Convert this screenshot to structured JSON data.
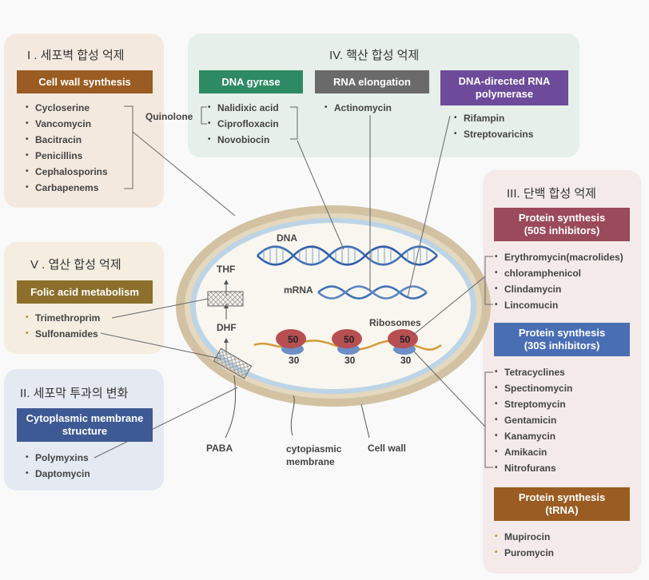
{
  "panels": {
    "cellwall": {
      "title": "I . 세포벽 합성 억제",
      "header": "Cell wall synthesis",
      "drugs": [
        "Cycloserine",
        "Vancomycin",
        "Bacitracin",
        "Penicillins",
        "Cephalosporins",
        "Carbapenems"
      ]
    },
    "nucleic": {
      "title": "IV. 핵산 합성 억제",
      "quinolone_label": "Quinolone",
      "dna_gyrase": {
        "header": "DNA gyrase",
        "drugs": [
          "Nalidixic acid",
          "Ciprofloxacin",
          "Novobiocin"
        ]
      },
      "rna_elongation": {
        "header": "RNA elongation",
        "drugs": [
          "Actinomycin"
        ]
      },
      "rna_polymerase": {
        "header": "DNA-directed RNA polymerase",
        "drugs": [
          "Rifampin",
          "Streptovaricins"
        ]
      }
    },
    "protein": {
      "title": "III. 단백 합성 억제",
      "s50": {
        "header": "Protein synthesis (50S inhibitors)",
        "drugs": [
          "Erythromycin(macrolides)",
          "chloramphenicol",
          "Clindamycin",
          "Lincomucin"
        ]
      },
      "s30": {
        "header": "Protein synthesis (30S inhibitors)",
        "drugs": [
          "Tetracyclines",
          "Spectinomycin",
          "Streptomycin",
          "Gentamicin",
          "Kanamycin",
          "Amikacin",
          "Nitrofurans"
        ]
      },
      "trna": {
        "header": "Protein synthesis (tRNA)",
        "drugs": [
          "Mupirocin",
          "Puromycin"
        ]
      }
    },
    "folic": {
      "title": "V . 엽산 합성 억제",
      "header": "Folic acid metabolism",
      "drugs": [
        "Trimethroprim",
        "Sulfonamides"
      ]
    },
    "membrane": {
      "title": "II. 세포막 투과의 변화",
      "header": "Cytoplasmic membrane structure",
      "drugs": [
        "Polymyxins",
        "Daptomycin"
      ]
    }
  },
  "cell": {
    "dna": "DNA",
    "mrna": "mRNA",
    "ribosomes": "Ribosomes",
    "thf": "THF",
    "dhf": "DHF",
    "paba": "PABA",
    "cytoplasmic_membrane": "cytopiasmic membrane",
    "cell_wall": "Cell wall",
    "subunit_large": "50",
    "subunit_small": "30"
  },
  "colors": {
    "brown": "#9a5c22",
    "green": "#2e8a65",
    "gray": "#6a6a6a",
    "purple": "#6d4a9a",
    "maroon": "#9a4a5a",
    "blue": "#4a6eb4",
    "olive": "#8c6f2c",
    "navy": "#3e5a95"
  }
}
